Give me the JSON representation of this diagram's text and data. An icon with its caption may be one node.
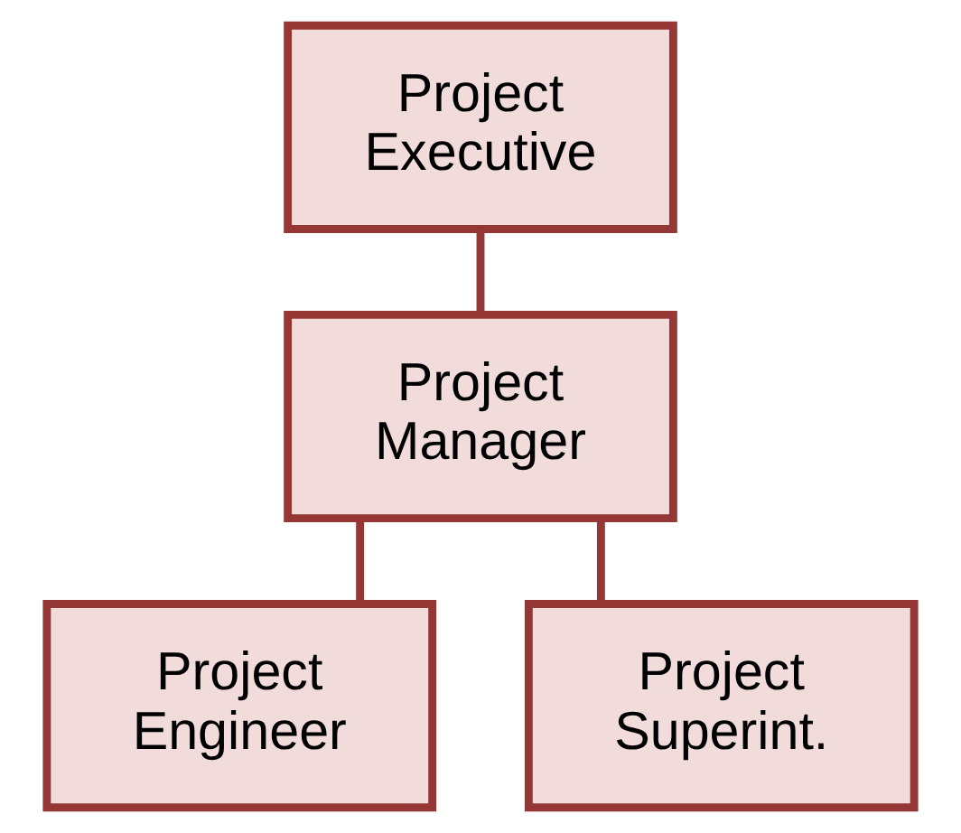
{
  "diagram": {
    "nodes": [
      {
        "text": [
          "Project Executive"
        ]
      },
      {
        "text": [
          "Project Manager"
        ]
      },
      {
        "text": [
          "Project Engineer"
        ]
      },
      {
        "text": [
          "Project Superint."
        ]
      }
    ],
    "edges": [
      {
        "from": 0,
        "to": 1,
        "arrow": "none"
      },
      {
        "from": 1,
        "to": 2,
        "arrow": "none"
      },
      {
        "from": 1,
        "to": 3,
        "arrow": "none"
      }
    ]
  }
}
